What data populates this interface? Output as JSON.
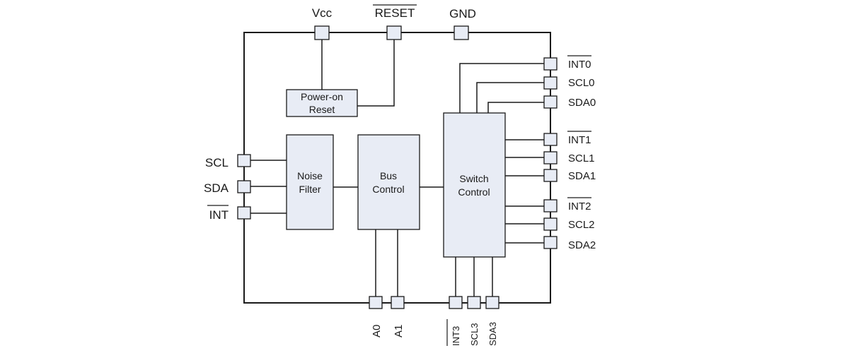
{
  "top_pins": {
    "vcc": "Vcc",
    "reset": "RESET",
    "gnd": "GND"
  },
  "left_pins": {
    "scl": "SCL",
    "sda": "SDA",
    "int": "INT"
  },
  "right_pins": {
    "int0": "INT0",
    "scl0": "SCL0",
    "sda0": "SDA0",
    "int1": "INT1",
    "scl1": "SCL1",
    "sda1": "SDA1",
    "int2": "INT2",
    "scl2": "SCL2",
    "sda2": "SDA2"
  },
  "bottom_pins": {
    "a0": "A0",
    "a1": "A1",
    "int3": "INT3",
    "scl3": "SCL3",
    "sda3": "SDA3"
  },
  "blocks": {
    "power_on_reset_line1": "Power-on",
    "power_on_reset_line2": "Reset",
    "noise_filter_line1": "Noise",
    "noise_filter_line2": "Filter",
    "bus_control_line1": "Bus",
    "bus_control_line2": "Control",
    "switch_control_line1": "Switch",
    "switch_control_line2": "Control"
  },
  "colors": {
    "block_fill": "#e8ecf5",
    "line": "#1a1a1a"
  }
}
